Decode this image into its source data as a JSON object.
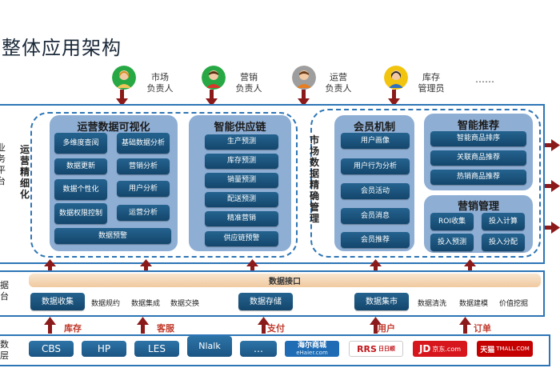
{
  "title": "整体应用架构",
  "roles": [
    {
      "label": "市场\n负责人"
    },
    {
      "label": "营销\n负责人"
    },
    {
      "label": "运营\n负责人"
    },
    {
      "label": "库存\n管理员"
    }
  ],
  "roles_more": "……",
  "left_edge": {
    "upper": "业务平台",
    "data": "据\n台",
    "source": "数\n层"
  },
  "ops_label": "运营精细化",
  "market_label": "市场数据精确管理",
  "modules": {
    "visual": {
      "title": "运营数据可视化",
      "items": [
        "多维度查阅",
        "基础数据分析",
        "数据更新",
        "营销分析",
        "数据个性化",
        "用户分析",
        "数据权限控制",
        "运营分析",
        "数据预警"
      ]
    },
    "supply": {
      "title": "智能供应链",
      "items": [
        "生产预测",
        "库存预测",
        "销量预测",
        "配送预测",
        "精准营销",
        "供应链预警"
      ]
    },
    "member": {
      "title": "会员机制",
      "items": [
        "用户画像",
        "用户行为分析",
        "会员活动",
        "会员消息",
        "会员推荐"
      ]
    },
    "recommend": {
      "title": "智能推荐",
      "items": [
        "智能商品排序",
        "关联商品推荐",
        "热销商品推荐"
      ]
    },
    "marketing": {
      "title": "营销管理",
      "items": [
        "ROI收集",
        "投入计算",
        "投入预测",
        "投入分配"
      ]
    }
  },
  "data_platform": {
    "bar": "数据接口",
    "boxes": [
      "数据收集",
      "数据存储",
      "数据集市"
    ],
    "texts": [
      "数据规约",
      "数据集成",
      "数据交换",
      "数据清洗",
      "数据建模",
      "价值挖掘"
    ]
  },
  "source_labels": [
    "库存",
    "客服",
    "支付",
    "用户",
    "订单"
  ],
  "source_systems": [
    "CBS",
    "HP",
    "LES",
    "Nlalk",
    "…"
  ],
  "brands": [
    {
      "main": "海尔商城",
      "sub": "eHaier.com"
    },
    {
      "main": "RRS",
      "sub": "日日顺"
    },
    {
      "main": "JD",
      "sub": "京东.com"
    },
    {
      "main": "天猫",
      "sub": "TMALL.COM"
    }
  ],
  "colors": {
    "frame": "#2e75b6",
    "module": "#8eaed4",
    "button": "#1c5580",
    "arrow": "#8b1a1a",
    "accent_red": "#c0392b"
  }
}
